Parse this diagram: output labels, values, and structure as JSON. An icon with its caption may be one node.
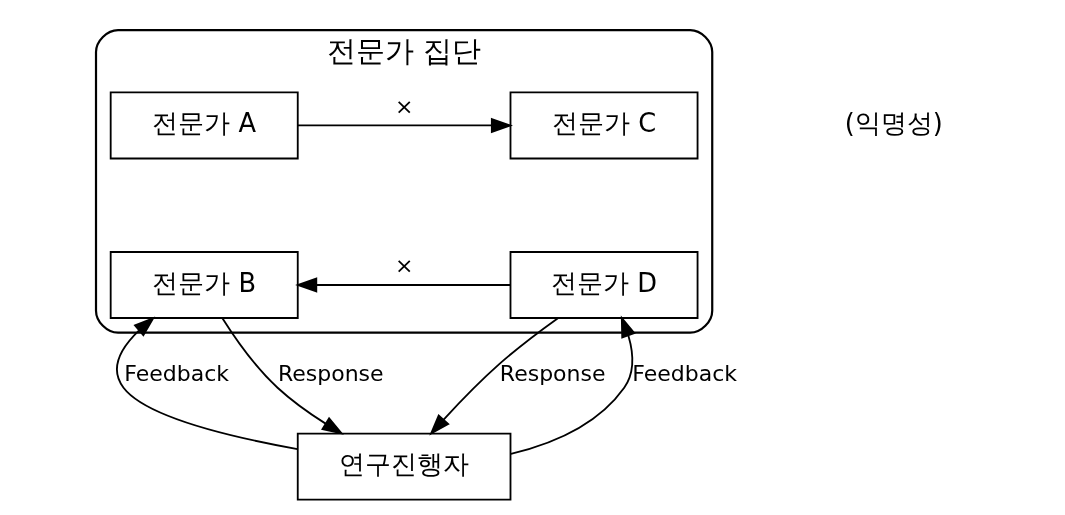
{
  "diagram": {
    "nodes": [
      {
        "text": [
          "전문가 집단"
        ]
      },
      {
        "text": [
          "전문가 A"
        ],
        "in": 0
      },
      {
        "text": [
          "전문가 B"
        ],
        "in": 0
      },
      {
        "text": [
          "전문가 C"
        ],
        "in": 0
      },
      {
        "text": [
          "전문가 D"
        ],
        "in": 0
      },
      {
        "text": [
          "연구진행자"
        ]
      }
    ],
    "edges": [
      {
        "from": 1,
        "to": 3,
        "arrow": "to",
        "label": "×"
      },
      {
        "from": 4,
        "to": 2,
        "arrow": "to",
        "label": "×"
      },
      {
        "from": 2,
        "to": 5,
        "arrow": "to",
        "label": "Response"
      },
      {
        "from": 5,
        "to": 2,
        "arrow": "to",
        "label": "Feedback"
      },
      {
        "from": 4,
        "to": 5,
        "arrow": "to",
        "label": "Response"
      },
      {
        "from": 5,
        "to": 4,
        "arrow": "to",
        "label": "Feedback"
      }
    ],
    "labels": [
      "(익명성)"
    ]
  }
}
